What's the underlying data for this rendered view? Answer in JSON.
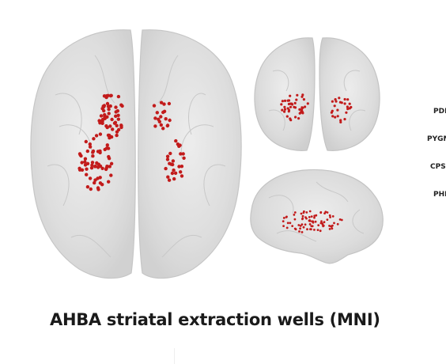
{
  "title": "AHBA striatal extraction wells (MNI)",
  "side_labels": [
    "PDK",
    "PYGM",
    "CPS",
    "PHI"
  ],
  "colors": {
    "brain_fill": "#d9d9d9",
    "brain_edge": "#bfbfbf",
    "dot": "#c21b1b",
    "background": "#ffffff"
  },
  "views": [
    "axial",
    "coronal",
    "sagittal"
  ]
}
